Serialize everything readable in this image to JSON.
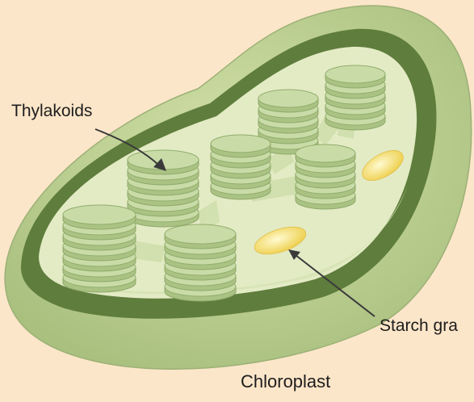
{
  "labels": {
    "thylakoids": "Thylakoids",
    "starch": "Starch gra",
    "title": "Chloroplast"
  },
  "colors": {
    "background": "#fce6c9",
    "outer_membrane": "#b7cc90",
    "dark_band": "#5f7d3c",
    "stroma": "#e3ebc5",
    "granum_disc": "#c9dca7",
    "starch_grain": "#f5e06a"
  }
}
